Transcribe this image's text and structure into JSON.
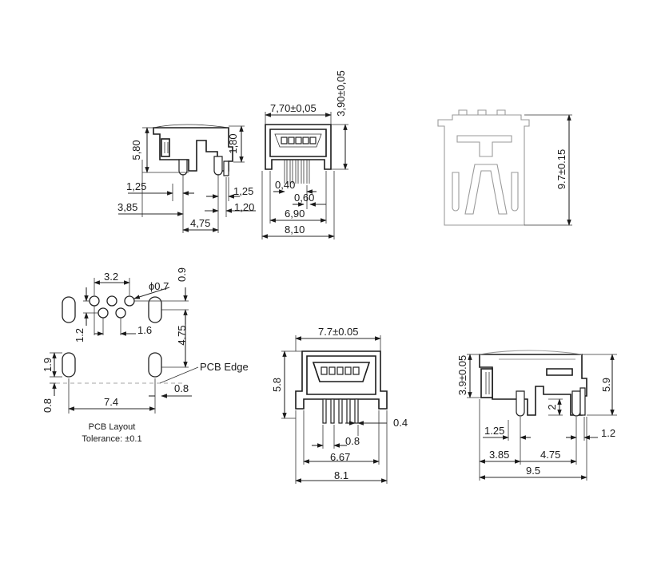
{
  "top_left": {
    "dims": {
      "h_5_80": "5,80",
      "h_1_80": "1,80",
      "d_1_25_a": "1,25",
      "d_1_25_b": "1,25",
      "d_3_85": "3,85",
      "d_1_20": "1,20",
      "d_4_75": "4,75"
    }
  },
  "top_middle": {
    "dims": {
      "w_7_70": "7,70±0,05",
      "h_3_90": "3,90±0,05",
      "d_0_40": "0,40",
      "d_0_60": "0,60",
      "d_6_90": "6,90",
      "d_8_10": "8,10"
    }
  },
  "top_right": {
    "dims": {
      "h_9_7": "9.7±0.15"
    }
  },
  "pcb_layout": {
    "dims": {
      "d_3_2": "3.2",
      "d_phi": "ϕ0.7",
      "d_0_9": "0.9",
      "d_1_2": "1.2",
      "d_1_6": "1.6",
      "d_4_75": "4.75",
      "d_1_9": "1.9",
      "d_7_4": "7.4",
      "d_0_8_a": "0.8",
      "d_0_8_b": "0.8"
    },
    "edge_label": "PCB Edge",
    "caption_title": "PCB Layout",
    "caption_tolerance": "Tolerance: ±0.1"
  },
  "bottom_middle": {
    "dims": {
      "w_7_7": "7.7±0.05",
      "h_5_8": "5.8",
      "d_0_4": "0.4",
      "d_0_8": "0.8",
      "d_6_67": "6.67",
      "d_8_1": "8.1"
    }
  },
  "bottom_right": {
    "dims": {
      "h_3_9": "3.9±0.05",
      "h_5_9": "5.9",
      "d_2": "2",
      "d_1_25": "1.25",
      "d_1_2": "1.2",
      "d_3_85": "3.85",
      "d_4_75": "4.75",
      "d_9_5": "9.5"
    }
  }
}
